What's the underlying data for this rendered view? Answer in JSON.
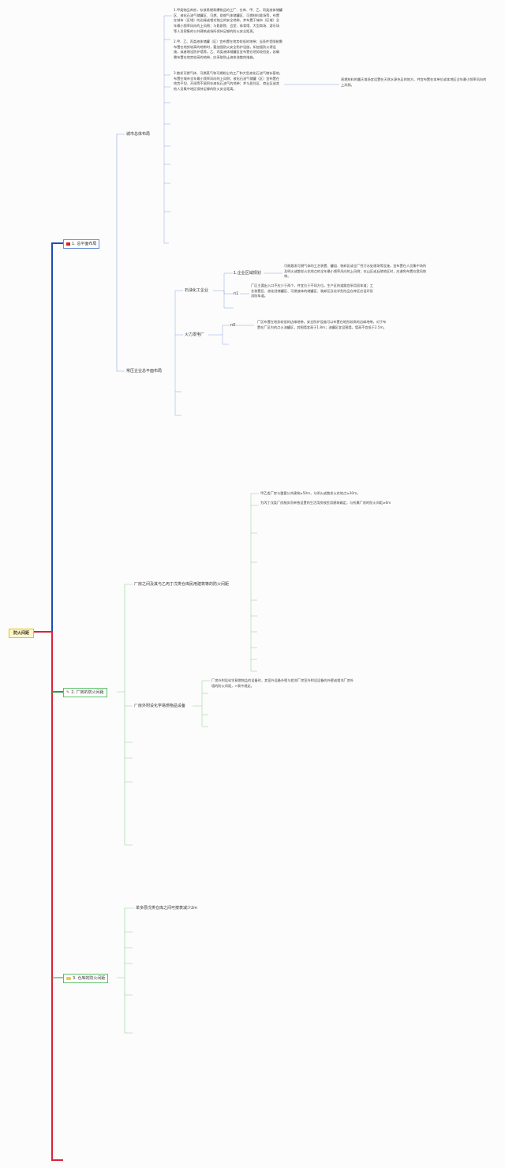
{
  "root": {
    "label": "防火间距"
  },
  "branches": [
    {
      "label": "1. 总平面布局",
      "icon": "flag-icon"
    },
    {
      "label": "2. 厂房的防火间距",
      "icon": "pencil-icon"
    },
    {
      "label": "3. 仓库的防火间距",
      "icon": "folder-icon"
    }
  ],
  "layout_nodes": {
    "city": "城市总体布局",
    "enterprise": "常压企业总平面布局",
    "petro": "石油化工企业",
    "power": "火力发电厂",
    "zone": "1.企业区域规划",
    "n1": "n1",
    "n0": "n0"
  },
  "city_paras": {
    "p1": "1.甲类物品库房，存放易燃易爆物品的工厂、仓库、甲、乙、丙类液体储罐区、液化石油气储罐区、可燃、助燃气体储罐区、可燃材料堆场等，布置在城市（区域）的边缘或相对独立的安全地带，并布置于城市（区域）全年最小频率风向的上风侧；与影剧院、会堂、体育馆、大型商场、游乐场等人员密集的公共建筑或场所保持足够的防火安全距离。",
    "p2": "2.甲、乙、丙类液体储罐（区）宜布置在地势较低的地带；当条件受限制需布置在地势较高的地带时，要加强防火安全防护设施，如加强防火堤设施，或者增设防护墙等。乙、丙类液体储罐区宜布置在地势较低处，若确需布置在地势较高的地带，应采取防止液体流散的措施。",
    "p3": "3.散发可燃气体、可燃蒸气和可燃粉尘的工厂和大型液化石油气储存基地，布置在城市全年最小频率风向的上风侧；液化石油气储罐（区）宜布置在地势平坦、开阔等不易积存液化石油气的地带；并与居住区、商业区或其他人员集中地区保持足够的防火安全距离。",
    "p3_side": "易燃材料的露天堆场宜设置在天然水源充足的地方，并宜布置在本单位或本地区全年最小频率风向的上风侧。"
  },
  "enterprise_paras": {
    "zone_text": "可能散发可燃气体的工艺装置、罐组、装卸区或全厂性污水处理场等设施，宜布置在人员集中场所及明火或散发火花地点的全年最小频率风向的上风侧；在山区或丘陵地区时，应避免布置在窝风地带。",
    "n1_text": "厂区主要出入口不应少于两个，并宜位于不同方位。生产区的道路宜采用双车道；工艺装置区、液化烃储罐区、可燃液体的储罐区、装卸区及化学危险品仓库区应设环形消防车道。",
    "n0_text": "厂区布置在地势较低的边缘地带。安全防护设施可以布置在地形较高的边缘地带。对于布置在厂区内的点火油罐区，其围墙宜高于1.8m；油罐区宜设围墙，墙高不宜低于2.5m。"
  },
  "factory": {
    "node_a": "厂房之间及其与乙丙丁戊类仓库民用建筑等的防火间距",
    "node_b": "厂房外附设化学易燃物品设备",
    "a_text1": "甲乙类厂房与重要公共建筑≥50m，与明火或散发火花地点≥30m。",
    "a_text2": "为丙丁戊类厂房服务而单独设置的生活用房按民用建筑确定，与所属厂房的防火间距≥6m",
    "b_text": "厂房外附设化学易燃物品的设备时，其室外设备外壁与相邻厂房室外附设设备的外壁或相邻厂房外墙的防火间距，>表中规定。"
  },
  "warehouse": {
    "t1": "单多层戊类仓库之间可按表减少2m"
  },
  "colors": {
    "blue": "#1e4fae",
    "green": "#23a048",
    "red": "#d8243c",
    "thin_blue": "#8aa8e0",
    "thin_green": "#8fd08f"
  }
}
